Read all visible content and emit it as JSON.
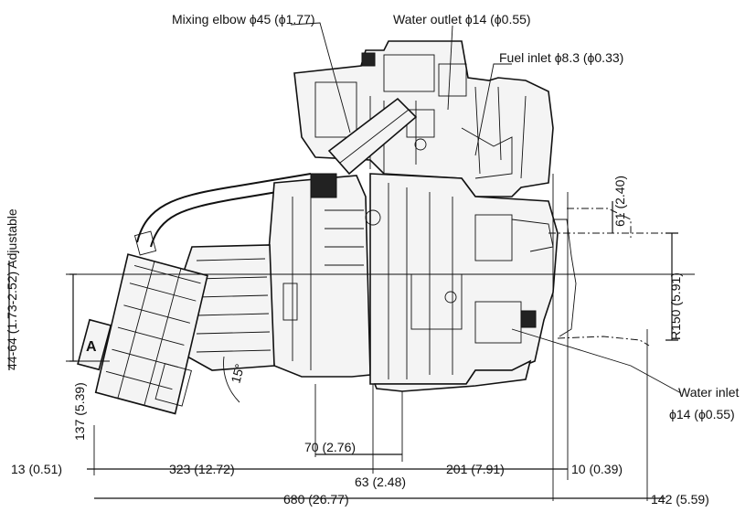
{
  "labels": {
    "mixing_elbow": "Mixing elbow ϕ45 (ϕ1.77)",
    "water_outlet": "Water outlet ϕ14 (ϕ0.55)",
    "fuel_inlet": "Fuel inlet ϕ8.3 (ϕ0.33)",
    "water_inlet_1": "Water inlet",
    "water_inlet_2": "ϕ14 (ϕ0.55)",
    "adjustable": "44-64 (1.73-2.52) Adjustable",
    "d_61": "61 (2.40)",
    "d_r150": "R150 (5.91)",
    "d_137": "137 (5.39)",
    "d_13": "13 (0.51)",
    "d_323": "323 (12.72)",
    "d_70": "70 (2.76)",
    "d_63": "63 (2.48)",
    "d_201": "201 (7.91)",
    "d_10": "10 (0.39)",
    "d_680": "680 (26.77)",
    "d_142": "142 (5.59)",
    "angle": "15°",
    "point_a": "A"
  }
}
